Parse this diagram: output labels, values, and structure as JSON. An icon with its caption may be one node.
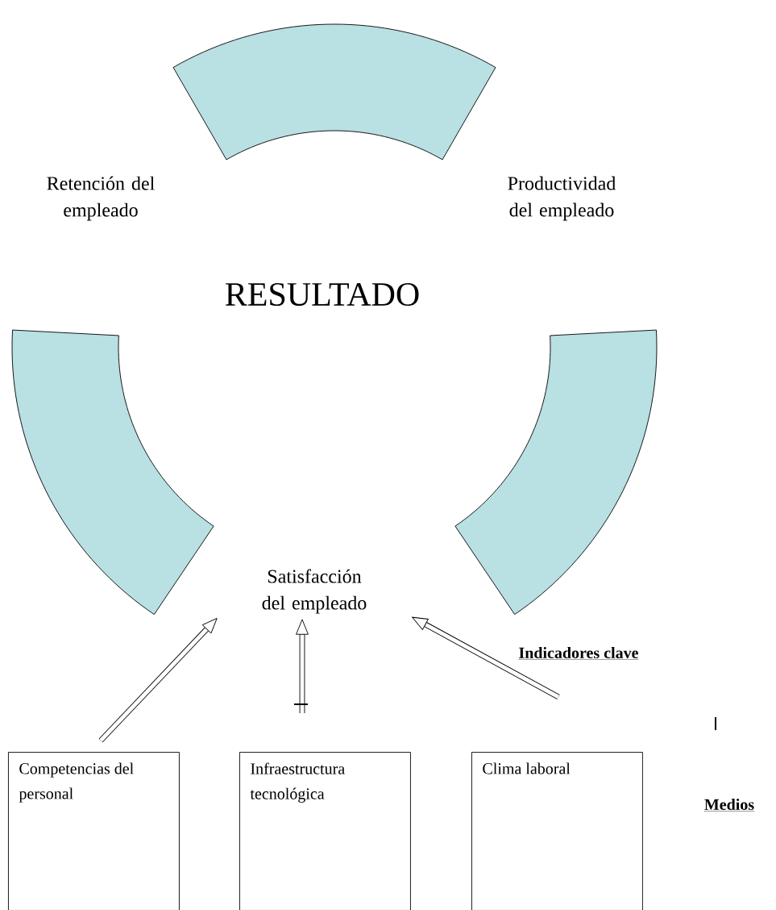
{
  "diagram": {
    "nodes": [
      {
        "text": [],
        "shape": "arc"
      },
      {
        "text": [
          "Retención del empleado"
        ]
      },
      {
        "text": [
          "Productividad del empleado"
        ]
      },
      {
        "text": [],
        "shape": "arc"
      },
      {
        "text": [],
        "shape": "arc"
      },
      {
        "text": [
          "Satisfacción del empleado"
        ]
      },
      {
        "text": [
          "Competencias del personal"
        ]
      },
      {
        "text": [
          "Infraestructura tecnológica"
        ]
      },
      {
        "text": [
          "Clima laboral"
        ]
      }
    ],
    "edges": [
      {
        "from": null,
        "to": 5,
        "arrow": "to"
      },
      {
        "from": null,
        "to": 5,
        "arrow": "to"
      },
      {
        "from": null,
        "to": 5,
        "arrow": "to"
      }
    ],
    "labels": [
      "RESULTADO",
      "Indicadores clave",
      "Medios"
    ]
  }
}
